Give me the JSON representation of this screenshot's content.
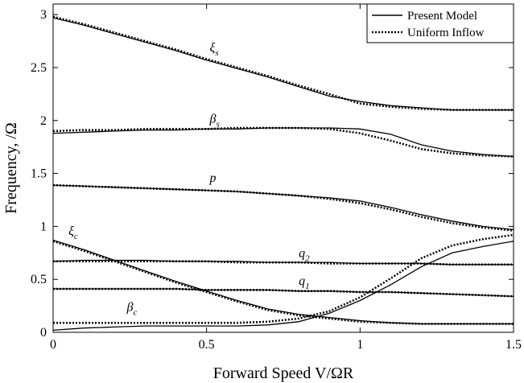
{
  "chart_data": {
    "type": "line",
    "xlabel": "Forward Speed V/ΩR",
    "ylabel": "Frequency, /Ω",
    "xlim": [
      0,
      1.5
    ],
    "ylim": [
      0,
      3.1
    ],
    "xticks": [
      "0",
      "0.5",
      "1",
      "1.5"
    ],
    "yticks": [
      "0",
      "0.5",
      "1",
      "1.5",
      "2",
      "2.5",
      "3"
    ],
    "legend": {
      "placement": "top-right",
      "entries": [
        {
          "label": "Present Model",
          "style": "solid"
        },
        {
          "label": "Uniform Inflow",
          "style": "dotted"
        }
      ]
    },
    "x": [
      0,
      0.1,
      0.2,
      0.3,
      0.4,
      0.5,
      0.6,
      0.7,
      0.8,
      0.9,
      1.0,
      1.1,
      1.2,
      1.3,
      1.4,
      1.5
    ],
    "curves": [
      {
        "label": "ξ",
        "sub": "s",
        "label_at": [
          0.51,
          2.65
        ],
        "present": [
          2.97,
          2.9,
          2.82,
          2.74,
          2.66,
          2.57,
          2.49,
          2.41,
          2.32,
          2.23,
          2.18,
          2.14,
          2.12,
          2.1,
          2.1,
          2.1
        ],
        "uniform": [
          2.98,
          2.91,
          2.83,
          2.75,
          2.67,
          2.58,
          2.5,
          2.42,
          2.33,
          2.25,
          2.16,
          2.13,
          2.11,
          2.1,
          2.1,
          2.1
        ]
      },
      {
        "label": "β",
        "sub": "s",
        "label_at": [
          0.51,
          1.98
        ],
        "present": [
          1.88,
          1.89,
          1.9,
          1.91,
          1.91,
          1.92,
          1.92,
          1.93,
          1.93,
          1.93,
          1.92,
          1.87,
          1.77,
          1.71,
          1.68,
          1.66
        ],
        "uniform": [
          1.9,
          1.91,
          1.91,
          1.92,
          1.92,
          1.92,
          1.93,
          1.93,
          1.93,
          1.92,
          1.88,
          1.81,
          1.73,
          1.69,
          1.67,
          1.66
        ]
      },
      {
        "label": "p",
        "sub": "",
        "label_at": [
          0.51,
          1.42
        ],
        "present": [
          1.39,
          1.38,
          1.37,
          1.36,
          1.35,
          1.34,
          1.33,
          1.31,
          1.29,
          1.27,
          1.24,
          1.18,
          1.11,
          1.05,
          1.0,
          0.97
        ],
        "uniform": [
          1.39,
          1.38,
          1.37,
          1.36,
          1.35,
          1.34,
          1.33,
          1.31,
          1.29,
          1.26,
          1.22,
          1.16,
          1.09,
          1.03,
          0.99,
          0.96
        ]
      },
      {
        "label": "q",
        "sub": "2",
        "label_at": [
          0.8,
          0.71
        ],
        "present": [
          0.67,
          0.68,
          0.68,
          0.68,
          0.67,
          0.67,
          0.67,
          0.66,
          0.66,
          0.66,
          0.65,
          0.65,
          0.65,
          0.64,
          0.64,
          0.64
        ],
        "uniform": [
          0.67,
          0.67,
          0.67,
          0.67,
          0.67,
          0.67,
          0.66,
          0.66,
          0.66,
          0.65,
          0.65,
          0.65,
          0.65,
          0.64,
          0.64,
          0.64
        ]
      },
      {
        "label": "q",
        "sub": "1",
        "label_at": [
          0.8,
          0.45
        ],
        "present": [
          0.41,
          0.41,
          0.41,
          0.41,
          0.41,
          0.4,
          0.4,
          0.4,
          0.39,
          0.39,
          0.38,
          0.38,
          0.37,
          0.36,
          0.35,
          0.34
        ],
        "uniform": [
          0.41,
          0.41,
          0.41,
          0.41,
          0.41,
          0.4,
          0.4,
          0.4,
          0.39,
          0.39,
          0.38,
          0.38,
          0.37,
          0.36,
          0.35,
          0.34
        ]
      },
      {
        "label": "ξ",
        "sub": "c",
        "label_at": [
          0.05,
          0.92
        ],
        "present": [
          0.87,
          0.78,
          0.68,
          0.58,
          0.48,
          0.39,
          0.3,
          0.22,
          0.17,
          0.14,
          0.11,
          0.09,
          0.08,
          0.08,
          0.08,
          0.08
        ],
        "uniform": [
          0.86,
          0.77,
          0.67,
          0.57,
          0.47,
          0.38,
          0.29,
          0.21,
          0.16,
          0.13,
          0.1,
          0.09,
          0.08,
          0.08,
          0.08,
          0.08
        ]
      },
      {
        "label": "β",
        "sub": "c",
        "label_at": [
          0.24,
          0.2
        ],
        "present": [
          0.02,
          0.04,
          0.05,
          0.06,
          0.06,
          0.06,
          0.06,
          0.07,
          0.1,
          0.18,
          0.3,
          0.45,
          0.62,
          0.75,
          0.81,
          0.86
        ],
        "uniform": [
          0.09,
          0.09,
          0.09,
          0.09,
          0.09,
          0.09,
          0.09,
          0.1,
          0.13,
          0.2,
          0.33,
          0.51,
          0.7,
          0.82,
          0.88,
          0.92
        ]
      }
    ]
  }
}
